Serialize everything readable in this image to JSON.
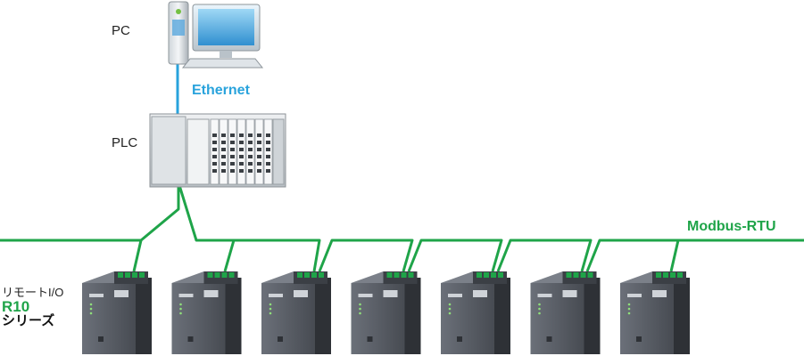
{
  "labels": {
    "pc": "PC",
    "plc": "PLC",
    "ethernet": "Ethernet",
    "modbus": "Modbus-RTU",
    "series_line1": "リモートI/O",
    "series_line2": "R10",
    "series_line3": "シリーズ"
  },
  "colors": {
    "ethernet": "#29a3dc",
    "modbus": "#1fa449",
    "series_accent": "#1fa449",
    "module_body": "#5a5e66",
    "module_dark": "#2e3136"
  },
  "modules": [
    {
      "name": "r10-module-1"
    },
    {
      "name": "r10-module-2"
    },
    {
      "name": "r10-module-3"
    },
    {
      "name": "r10-module-4"
    },
    {
      "name": "r10-module-5"
    },
    {
      "name": "r10-module-6"
    },
    {
      "name": "r10-module-7"
    }
  ]
}
